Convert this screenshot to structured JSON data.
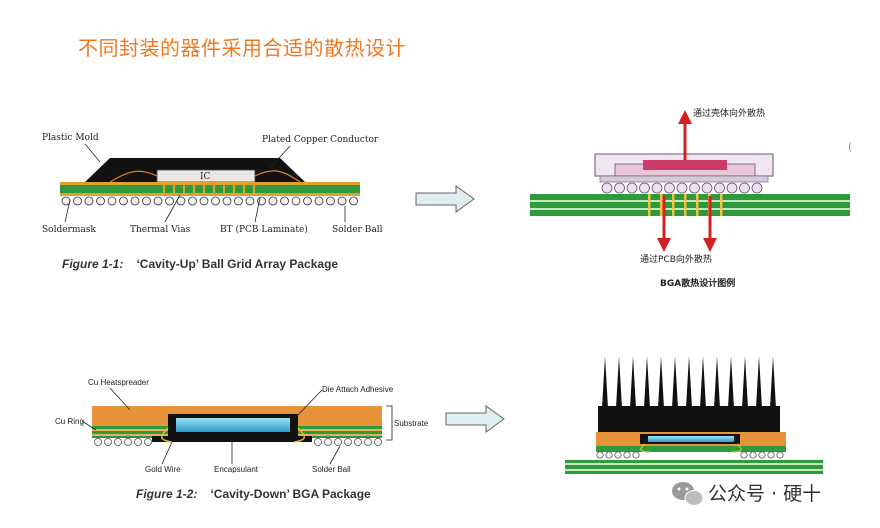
{
  "title": "不同封装的器件采用合适的散热设计",
  "fig1": {
    "labels": {
      "plastic_mold": "Plastic Mold",
      "plated_copper": "Plated Copper Conductor",
      "ic": "IC",
      "soldermask": "Soldermask",
      "thermal_vias": "Thermal Vias",
      "bt": "BT (PCB Laminate)",
      "solder_ball": "Solder Ball"
    },
    "caption_prefix": "Figure 1-1:",
    "caption_text": "‘Cavity-Up’ Ball Grid Array Package"
  },
  "fig1_right": {
    "top_label": "通过壳体向外散热",
    "bottom_label": "通过PCB向外散热",
    "caption": "BGA散热设计图例"
  },
  "fig2": {
    "labels": {
      "cu_heatspreader": "Cu Heatspreader",
      "die_attach": "Die Attach Adhesive",
      "cu_ring": "Cu Ring",
      "substrate": "Substrate",
      "gold_wire": "Gold Wire",
      "encapsulant": "Encapsulant",
      "solder_ball": "Solder Ball"
    },
    "caption_prefix": "Figure 1-2:",
    "caption_text": "‘Cavity-Down’ BGA Package"
  },
  "watermark": {
    "text": "公众号 · 硬十",
    "icon": "wechat-icon"
  },
  "colors": {
    "title": "#f07820",
    "pcb_green": "#2e9a3c",
    "heatspreader": "#e8923a",
    "arrow_fill": "#dfeef0",
    "heat_arrow": "#d42020"
  }
}
